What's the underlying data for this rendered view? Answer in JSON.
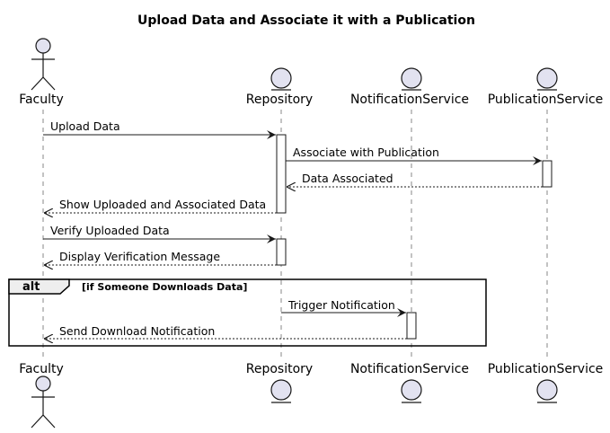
{
  "title": "Upload Data and Associate it with a Publication",
  "participants": [
    {
      "name": "Faculty",
      "kind": "actor"
    },
    {
      "name": "Repository",
      "kind": "entity"
    },
    {
      "name": "NotificationService",
      "kind": "entity"
    },
    {
      "name": "PublicationService",
      "kind": "entity"
    }
  ],
  "messages": [
    {
      "text": "Upload Data",
      "from": "Faculty",
      "to": "Repository",
      "style": "solid"
    },
    {
      "text": "Associate with Publication",
      "from": "Repository",
      "to": "PublicationService",
      "style": "solid"
    },
    {
      "text": "Data Associated",
      "from": "PublicationService",
      "to": "Repository",
      "style": "dashed"
    },
    {
      "text": "Show Uploaded and Associated Data",
      "from": "Repository",
      "to": "Faculty",
      "style": "dashed"
    },
    {
      "text": "Verify Uploaded Data",
      "from": "Faculty",
      "to": "Repository",
      "style": "solid"
    },
    {
      "text": "Display Verification Message",
      "from": "Repository",
      "to": "Faculty",
      "style": "dashed"
    },
    {
      "text": "Trigger Notification",
      "from": "Repository",
      "to": "NotificationService",
      "style": "solid"
    },
    {
      "text": "Send Download Notification",
      "from": "NotificationService",
      "to": "Faculty",
      "style": "dashed"
    }
  ],
  "fragment": {
    "type": "alt",
    "guard": "[if Someone Downloads Data]"
  },
  "colors": {
    "participant_fill": "#e2e2f0",
    "stroke": "#181818",
    "fragment_tab": "#eeeeee"
  }
}
